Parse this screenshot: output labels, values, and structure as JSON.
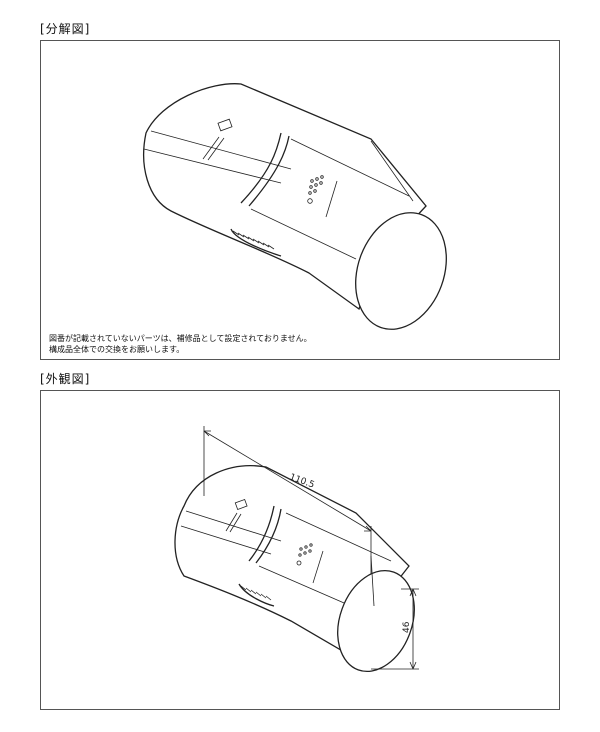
{
  "exploded": {
    "title": "[分解図]",
    "note_line1": "図番が記載されていないパーツは、補修品として設定されておりません。",
    "note_line2": "構成品全体での交換をお願いします。"
  },
  "exterior": {
    "title": "[外観図]",
    "dim_length": "110.5",
    "dim_diameter": "46"
  }
}
